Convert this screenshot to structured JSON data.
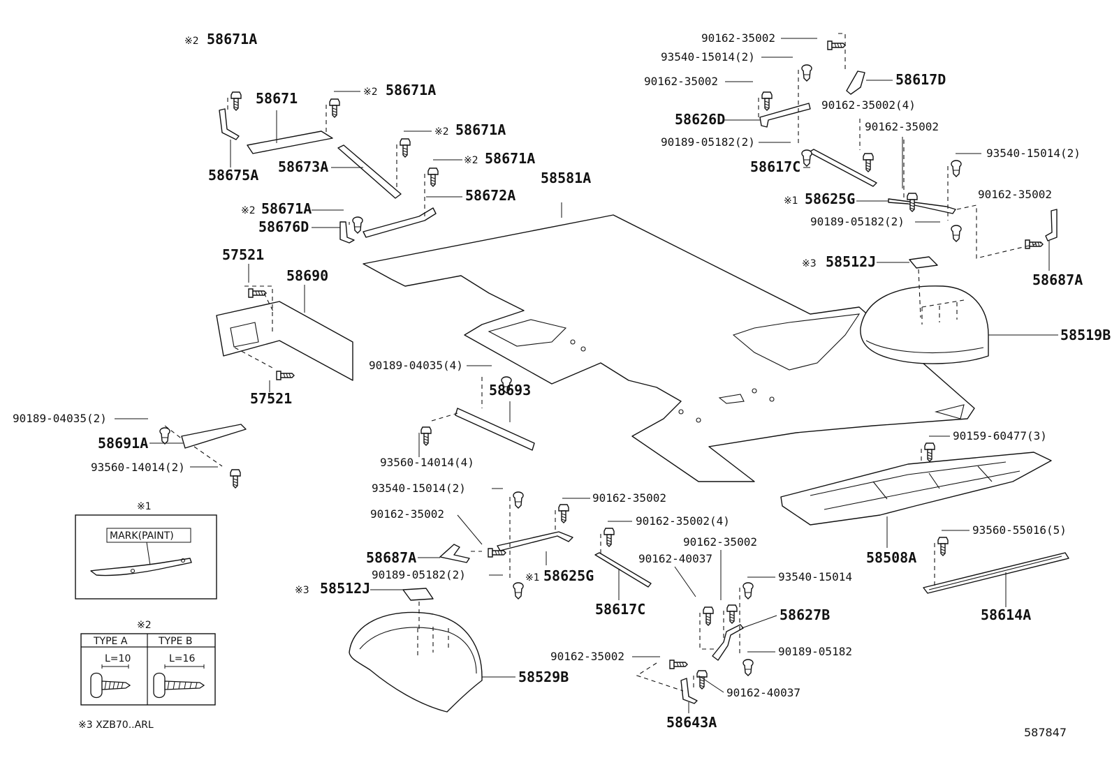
{
  "labels": {
    "l01": "58671A",
    "l02": "58671",
    "l03": "58671A",
    "l04": "58671A",
    "l05": "58671A",
    "l06": "58675A",
    "l07": "58673A",
    "l08": "58672A",
    "l09": "58671A",
    "l10": "58676D",
    "l11": "58581A",
    "l12": "57521",
    "l13": "58690",
    "l14": "57521",
    "l15": "90189-04035(2)",
    "l16": "58691A",
    "l17": "93560-14014(2)",
    "l18": "90189-04035(4)",
    "l19": "58693",
    "l20": "93560-14014(4)",
    "l21": "90162-35002",
    "l22": "93540-15014(2)",
    "l23": "90162-35002",
    "l24": "58617D",
    "l25": "58626D",
    "l26": "90162-35002(4)",
    "l27": "90189-05182(2)",
    "l28": "90162-35002",
    "l29": "58617C",
    "l30": "93540-15014(2)",
    "l31": "58625G",
    "l32": "90162-35002",
    "l33": "90189-05182(2)",
    "l34": "58512J",
    "l35": "58687A",
    "l36": "58519B",
    "l37": "90159-60477(3)",
    "l38": "58508A",
    "l39": "93560-55016(5)",
    "l40": "58614A",
    "l41": "93540-15014(2)",
    "l42": "90162-35002",
    "l43": "90162-35002",
    "l44": "90162-35002(4)",
    "l45": "58687A",
    "l46": "90189-05182(2)",
    "l47": "58625G",
    "l48": "58617C",
    "l49": "90162-35002",
    "l50": "90162-40037",
    "l51": "93540-15014",
    "l52": "58512J",
    "l53": "58627B",
    "l54": "90189-05182",
    "l55": "90162-35002",
    "l56": "58529B",
    "l57": "90162-40037",
    "l58": "58643A"
  },
  "marks": {
    "m01": "※2",
    "m03": "※2",
    "m04": "※2",
    "m05": "※2",
    "m09": "※2",
    "m31": "※1",
    "m34": "※3",
    "m47": "※1",
    "m52": "※3"
  },
  "legend1": {
    "title": "※1",
    "mark_label": "MARK(PAINT)"
  },
  "legend2": {
    "title": "※2",
    "type_a": "TYPE A",
    "type_b": "TYPE B",
    "len_a": "L=10",
    "len_b": "L=16"
  },
  "footnote": "※3 XZB70..ARL",
  "diagram_id": "587847"
}
